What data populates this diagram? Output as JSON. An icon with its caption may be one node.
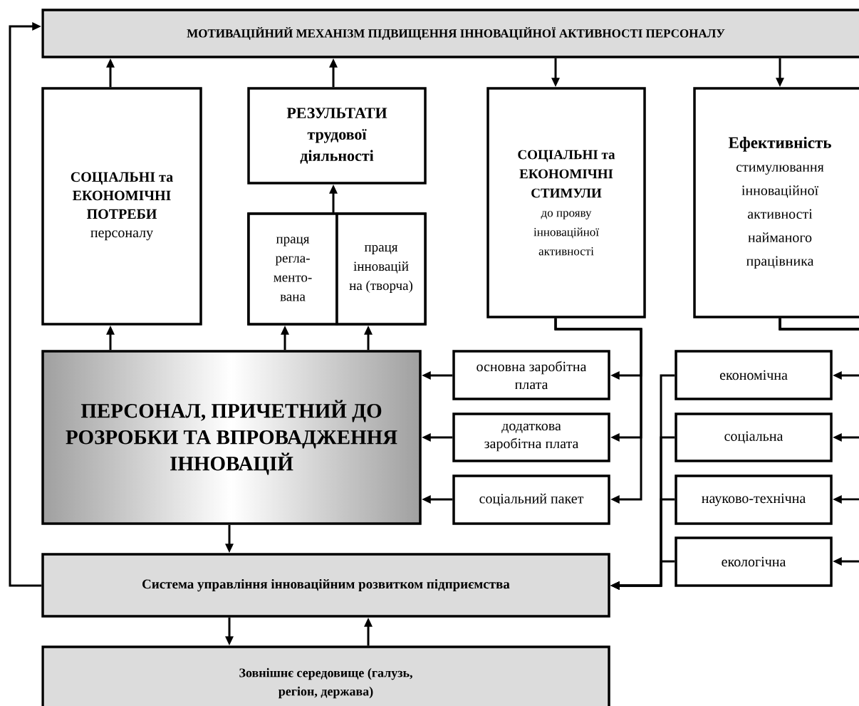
{
  "diagram": {
    "nodes": [
      {
        "text": [
          "МОТИВАЦІЙНИЙ МЕХАНІЗМ ПІДВИЩЕННЯ ІННОВАЦІЙНОЇ АКТИВНОСТІ ПЕРСОНАЛУ"
        ]
      },
      {
        "text": [
          "СОЦІАЛЬНІ та ЕКОНОМІЧНІ ПОТРЕБИ",
          "персоналу"
        ]
      },
      {
        "text": [
          "РЕЗУЛЬТАТИ трудової діяльності"
        ]
      },
      {
        "text": [],
        "shape": "box"
      },
      {
        "text": [
          "праця регла- менто- вана"
        ],
        "in": 3
      },
      {
        "text": [
          "праця інновацій на (творча)"
        ],
        "in": 3
      },
      {
        "text": [
          "СОЦІАЛЬНІ та ЕКОНОМІЧНІ СТИМУЛИ",
          "до прояву інноваційної активності"
        ]
      },
      {
        "text": [
          "Ефективність",
          "стимулювання інноваційної активності найманого працівника"
        ]
      },
      {
        "text": [
          "ПЕРСОНАЛ, ПРИЧЕТНИЙ ДО РОЗРОБКИ ТА ВПРОВАДЖЕННЯ ІННОВАЦІЙ"
        ]
      },
      {
        "text": [
          "основна заробітна плата"
        ]
      },
      {
        "text": [
          "додаткова заробітна плата"
        ]
      },
      {
        "text": [
          "соціальний пакет"
        ]
      },
      {
        "text": [
          "економічна"
        ]
      },
      {
        "text": [
          "соціальна"
        ]
      },
      {
        "text": [
          "науково-технічна"
        ]
      },
      {
        "text": [
          "екологічна"
        ]
      },
      {
        "text": [
          "Система управління інноваційним розвитком підприємства"
        ]
      },
      {
        "text": [
          "Зовнішнє середовище (галузь, регіон, держава)"
        ]
      }
    ],
    "edges": [
      {
        "from": 0,
        "to": 6,
        "arrow": "to"
      },
      {
        "from": 0,
        "to": 7,
        "arrow": "to"
      },
      {
        "from": 1,
        "to": 0,
        "arrow": "to"
      },
      {
        "from": 2,
        "to": 0,
        "arrow": "to"
      },
      {
        "from": 3,
        "to": 2,
        "arrow": "to"
      },
      {
        "from": 8,
        "to": 1,
        "arrow": "to"
      },
      {
        "from": 8,
        "to": 4,
        "arrow": "to"
      },
      {
        "from": 8,
        "to": 5,
        "arrow": "to"
      },
      {
        "from": 9,
        "to": 8,
        "arrow": "to"
      },
      {
        "from": 10,
        "to": 8,
        "arrow": "to"
      },
      {
        "from": 11,
        "to": 8,
        "arrow": "to"
      },
      {
        "from": 6,
        "to": 9,
        "arrow": "to"
      },
      {
        "from": 6,
        "to": 10,
        "arrow": "to"
      },
      {
        "from": 6,
        "to": 11,
        "arrow": "to"
      },
      {
        "from": 7,
        "to": 12,
        "arrow": "to"
      },
      {
        "from": 7,
        "to": 13,
        "arrow": "to"
      },
      {
        "from": 7,
        "to": 14,
        "arrow": "to"
      },
      {
        "from": 7,
        "to": 15,
        "arrow": "to"
      },
      {
        "from": 12,
        "to": 16,
        "arrow": "to"
      },
      {
        "from": 13,
        "to": 16,
        "arrow": "to"
      },
      {
        "from": 14,
        "to": 16,
        "arrow": "to"
      },
      {
        "from": 15,
        "to": 16,
        "arrow": "to"
      },
      {
        "from": 8,
        "to": 16,
        "arrow": "to"
      },
      {
        "from": 16,
        "to": 17,
        "arrow": "to"
      },
      {
        "from": 17,
        "to": 16,
        "arrow": "to"
      },
      {
        "from": 16,
        "to": 0,
        "arrow": "to"
      }
    ]
  }
}
